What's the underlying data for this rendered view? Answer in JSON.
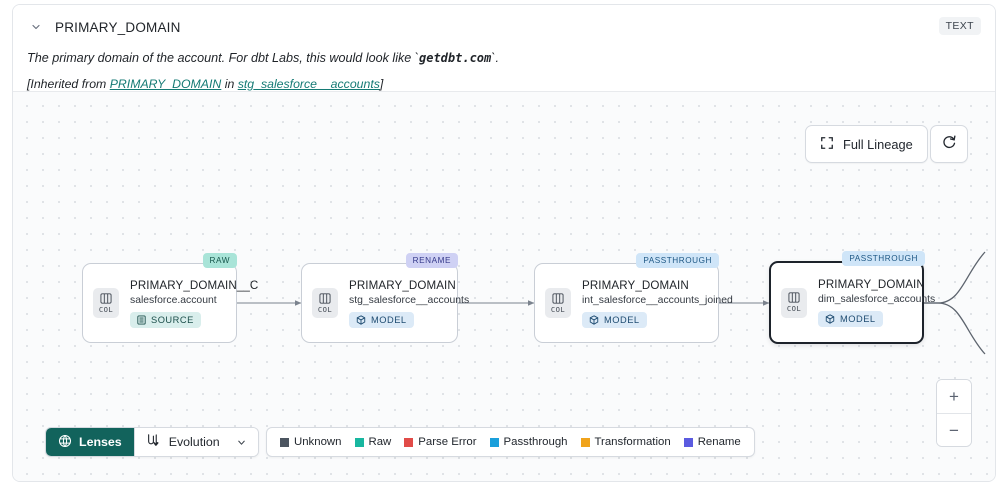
{
  "header": {
    "chevron_icon": "chevron-down-icon",
    "column_title": "PRIMARY_DOMAIN",
    "type_badge": "TEXT",
    "description_pre": "The primary domain of the account. For dbt Labs, this would look like `",
    "description_code": "getdbt.com",
    "description_post": "`.",
    "inherited_prefix": "[Inherited from ",
    "inherited_link_1": "PRIMARY_DOMAIN",
    "inherited_mid": " in ",
    "inherited_link_2": "stg_salesforce__accounts",
    "inherited_suffix": "]"
  },
  "canvas": {
    "full_lineage_label": "Full Lineage",
    "full_lineage_icon": "expand-corners-icon",
    "refresh_icon": "refresh-icon",
    "zoom_in_label": "+",
    "zoom_out_label": "−"
  },
  "lineage": {
    "nodes": [
      {
        "tag": "RAW",
        "tag_kind": "raw",
        "chip_label": "COL",
        "chip_icon": "columns-icon",
        "name": "PRIMARY_DOMAIN__C",
        "subtitle": "salesforce.account",
        "type_label": "SOURCE",
        "type_kind": "source",
        "type_icon": "database-icon",
        "selected": false
      },
      {
        "tag": "RENAME",
        "tag_kind": "rename",
        "chip_label": "COL",
        "chip_icon": "columns-icon",
        "name": "PRIMARY_DOMAIN",
        "subtitle": "stg_salesforce__accounts",
        "type_label": "MODEL",
        "type_kind": "model",
        "type_icon": "cube-icon",
        "selected": false
      },
      {
        "tag": "PASSTHROUGH",
        "tag_kind": "passthrough",
        "chip_label": "COL",
        "chip_icon": "columns-icon",
        "name": "PRIMARY_DOMAIN",
        "subtitle": "int_salesforce__accounts_joined",
        "type_label": "MODEL",
        "type_kind": "model",
        "type_icon": "cube-icon",
        "selected": false
      },
      {
        "tag": "PASSTHROUGH",
        "tag_kind": "passthrough",
        "chip_label": "COL",
        "chip_icon": "columns-icon",
        "name": "PRIMARY_DOMAIN",
        "subtitle": "dim_salesforce_accounts",
        "type_label": "MODEL",
        "type_kind": "model",
        "type_icon": "cube-icon",
        "selected": true
      }
    ]
  },
  "toolbar": {
    "lenses_label": "Lenses",
    "lenses_icon": "lens-aperture-icon",
    "evolution_label": "Evolution",
    "evolution_icon": "evolution-path-icon",
    "evolution_caret_icon": "chevron-down-icon"
  },
  "legend": {
    "items": [
      {
        "label": "Unknown",
        "color": "#4c5560"
      },
      {
        "label": "Raw",
        "color": "#18b7a0"
      },
      {
        "label": "Parse Error",
        "color": "#e14b48"
      },
      {
        "label": "Passthrough",
        "color": "#1a9fdb"
      },
      {
        "label": "Transformation",
        "color": "#f0a31b"
      },
      {
        "label": "Rename",
        "color": "#5b5be0"
      }
    ]
  },
  "colors": {
    "accent_teal": "#12635c",
    "link_teal": "#157a74",
    "canvas_bg": "#fafbfc"
  }
}
